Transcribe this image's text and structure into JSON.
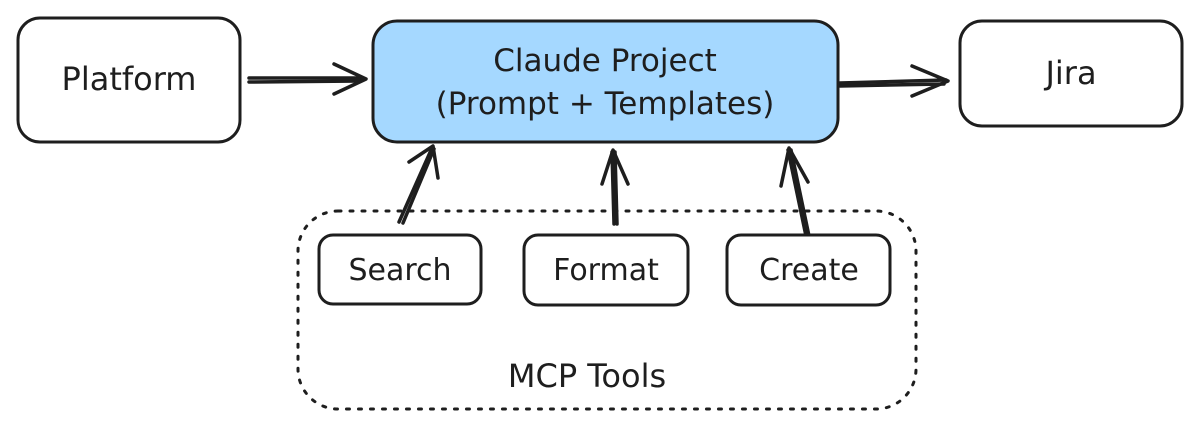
{
  "diagram": {
    "nodes": {
      "platform": {
        "label": "Platform"
      },
      "claude_project": {
        "line1": "Claude Project",
        "line2": "(Prompt + Templates)",
        "fill": "#a5d8ff"
      },
      "jira": {
        "label": "Jira"
      },
      "search": {
        "label": "Search"
      },
      "format": {
        "label": "Format"
      },
      "create": {
        "label": "Create"
      }
    },
    "groups": {
      "mcp_tools": {
        "label": "MCP Tools"
      }
    },
    "colors": {
      "stroke": "#1e1e1e",
      "background": "#ffffff",
      "accent_fill": "#a5d8ff"
    },
    "edges": [
      {
        "from": "Platform",
        "to": "Claude Project"
      },
      {
        "from": "Claude Project",
        "to": "Jira"
      },
      {
        "from": "Search",
        "to": "Claude Project"
      },
      {
        "from": "Format",
        "to": "Claude Project"
      },
      {
        "from": "Create",
        "to": "Claude Project"
      }
    ]
  }
}
